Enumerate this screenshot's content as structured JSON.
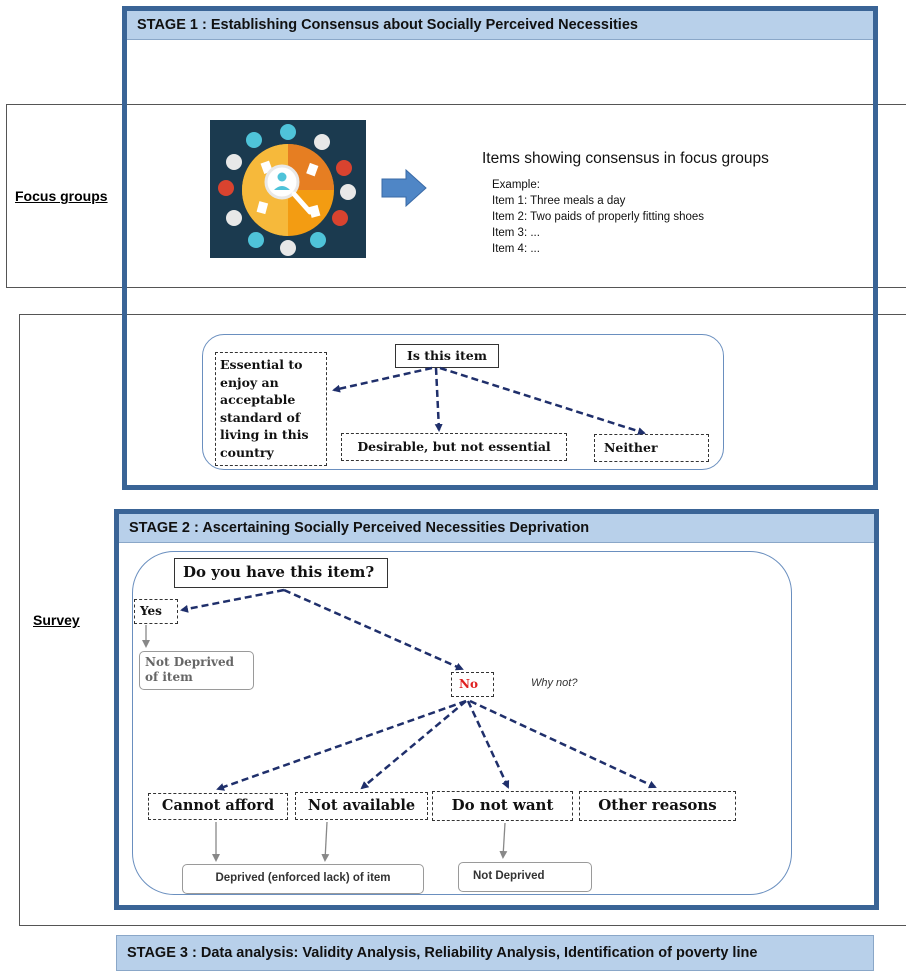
{
  "stage1": {
    "title": "STAGE 1 : Establishing Consensus about Socially Perceived Necessities"
  },
  "focus_groups": {
    "label": "Focus groups",
    "heading": "Items showing consensus in focus groups",
    "lines": [
      "Example:",
      "Item 1: Three meals a day",
      "Item 2: Two paids of properly fitting shoes",
      "Item 3: ...",
      "Item 4: ..."
    ],
    "colors": {
      "background": "#1b3a4f",
      "orange": "#f39c12",
      "teal": "#4fc3d9",
      "red": "#d9432f",
      "gray": "#e8e8e8",
      "arrow": "#4f86c6"
    }
  },
  "survey": {
    "label": "Survey"
  },
  "stage1_diagram": {
    "question": "Is this item",
    "essential": "Essential to enjoy an acceptable standard of living in this country",
    "desirable": "Desirable, but not essential",
    "neither": "Neither"
  },
  "stage2": {
    "title": "STAGE 2 : Ascertaining Socially Perceived Necessities Deprivation",
    "question": "Do you have this item?",
    "yes": "Yes",
    "not_deprived_item": "Not Deprived of item",
    "no": "No",
    "why_not": "Why not?",
    "cannot_afford": "Cannot afford",
    "not_available": "Not available",
    "do_not_want": "Do not want",
    "other_reasons": "Other reasons",
    "deprived": "Deprived (enforced lack) of item",
    "not_deprived": "Not Deprived",
    "colors": {
      "no_text": "#e02020",
      "arrow": "#1f2f6b"
    }
  },
  "stage3": {
    "title": "STAGE 3 : Data analysis: Validity Analysis, Reliability Analysis, Identification of poverty line"
  }
}
